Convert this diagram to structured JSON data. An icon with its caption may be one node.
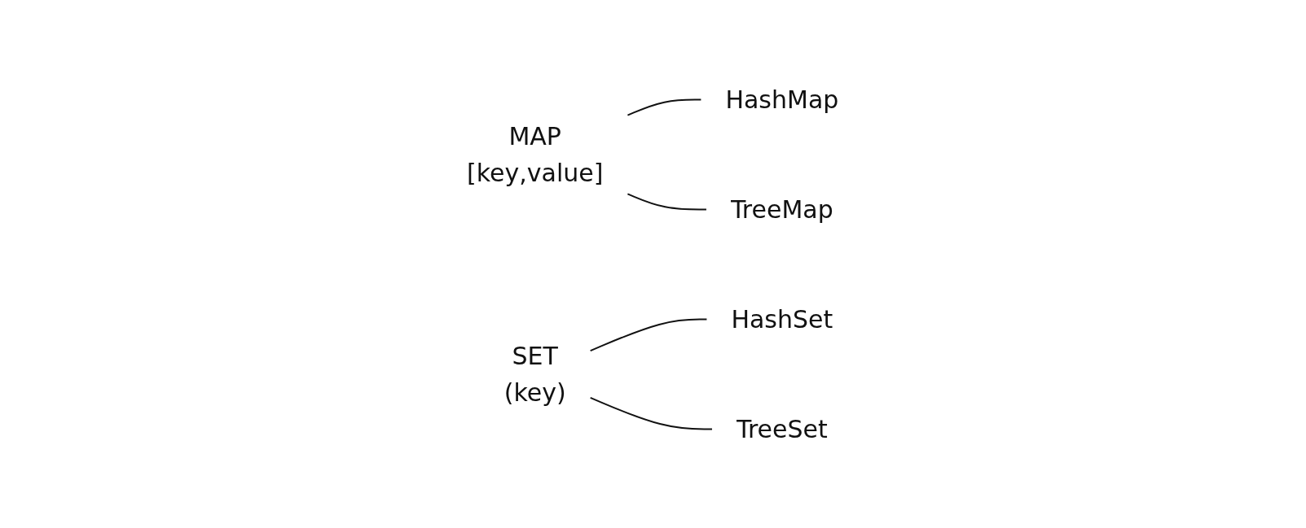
{
  "diagram": {
    "nodes": [
      {
        "text": [
          "MAP",
          "[key,value]"
        ]
      },
      {
        "text": [
          "HashMap"
        ]
      },
      {
        "text": [
          "TreeMap"
        ]
      },
      {
        "text": [
          "SET",
          "(key)"
        ]
      },
      {
        "text": [
          "HashSet"
        ]
      },
      {
        "text": [
          "TreeSet"
        ]
      }
    ],
    "edges": [
      {
        "from": 0,
        "to": 1,
        "arrow": "none"
      },
      {
        "from": 0,
        "to": 2,
        "arrow": "none"
      },
      {
        "from": 3,
        "to": 4,
        "arrow": "none"
      },
      {
        "from": 3,
        "to": 5,
        "arrow": "none"
      }
    ]
  }
}
